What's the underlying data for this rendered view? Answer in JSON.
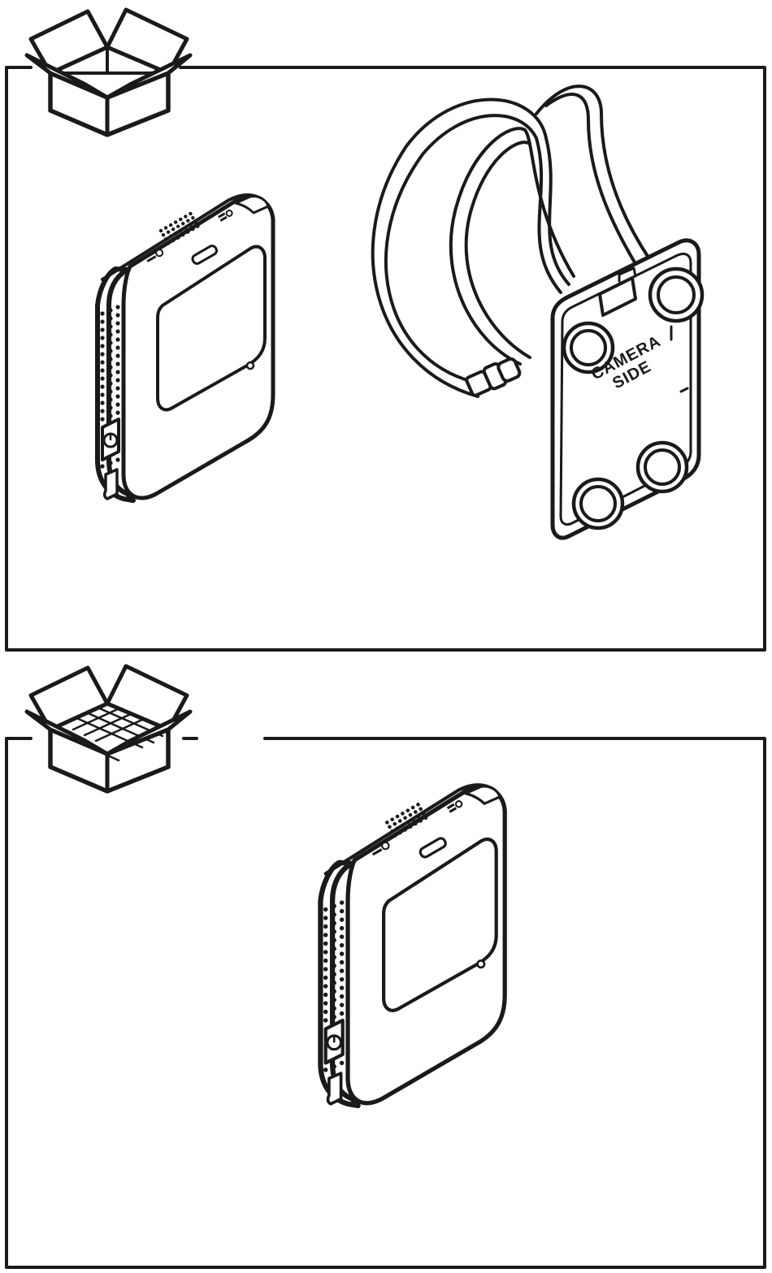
{
  "colors": {
    "line": "#1a1a1a",
    "background": "#ffffff"
  },
  "panels": [
    {
      "icon": "open-box-icon",
      "contents": [
        "camera-device",
        "lanyard-mount"
      ]
    },
    {
      "icon": "open-box-with-grid-icon",
      "contents": [
        "camera-device"
      ]
    }
  ],
  "mount": {
    "label_line1": "CAMERA",
    "label_line2": "SIDE"
  }
}
